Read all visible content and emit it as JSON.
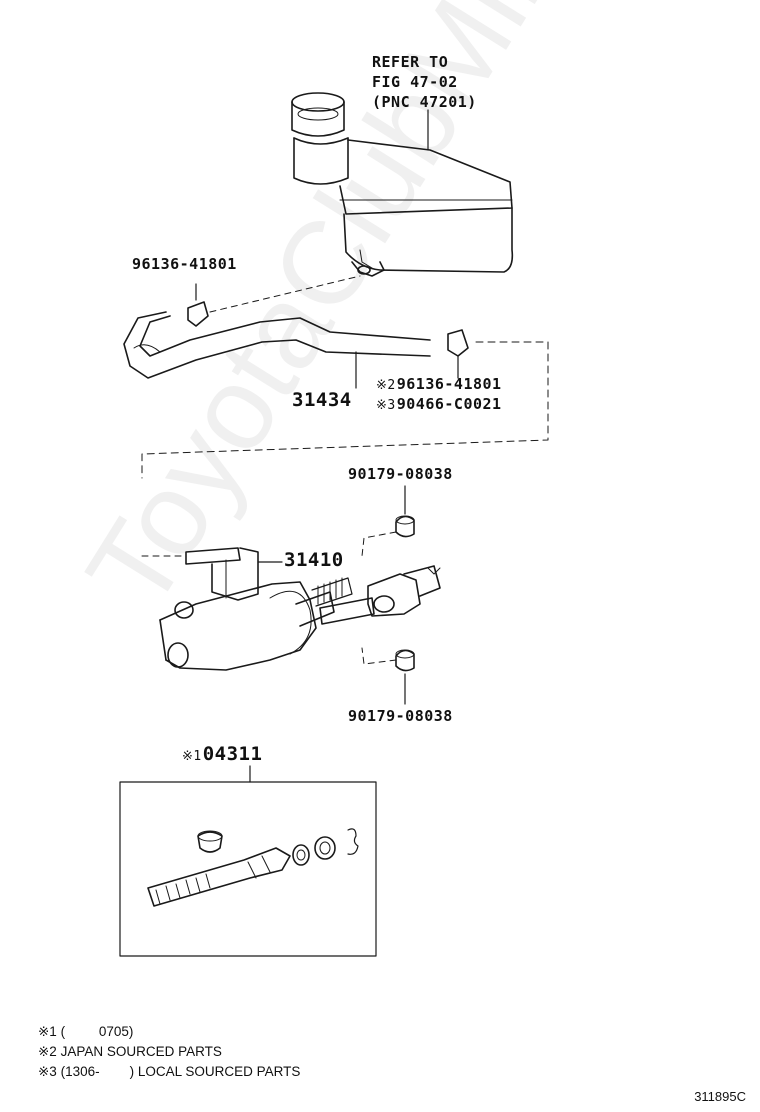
{
  "refer_note": {
    "line1": "REFER TO",
    "line2": "FIG 47-02",
    "line3": "(PNC 47201)"
  },
  "parts": {
    "clip_top": "96136-41801",
    "hose": "31434",
    "clip_right_mark": "※2",
    "clip_right": "96136-41801",
    "clip_alt_mark": "※3",
    "clip_alt": "90466-C0021",
    "boot_top": "90179-08038",
    "master_cylinder": "31410",
    "boot_bottom": "90179-08038",
    "kit_mark": "※1",
    "repair_kit": "04311"
  },
  "footnotes": {
    "n1": "※1 (         0705)",
    "n2": "※2 JAPAN SOURCED PARTS",
    "n3": "※3 (1306-        ) LOCAL SOURCED PARTS"
  },
  "watermark": "ToyotaClubMine.ru",
  "figure_code": "311895C",
  "colors": {
    "line": "#1a1a1a",
    "background": "#ffffff"
  }
}
